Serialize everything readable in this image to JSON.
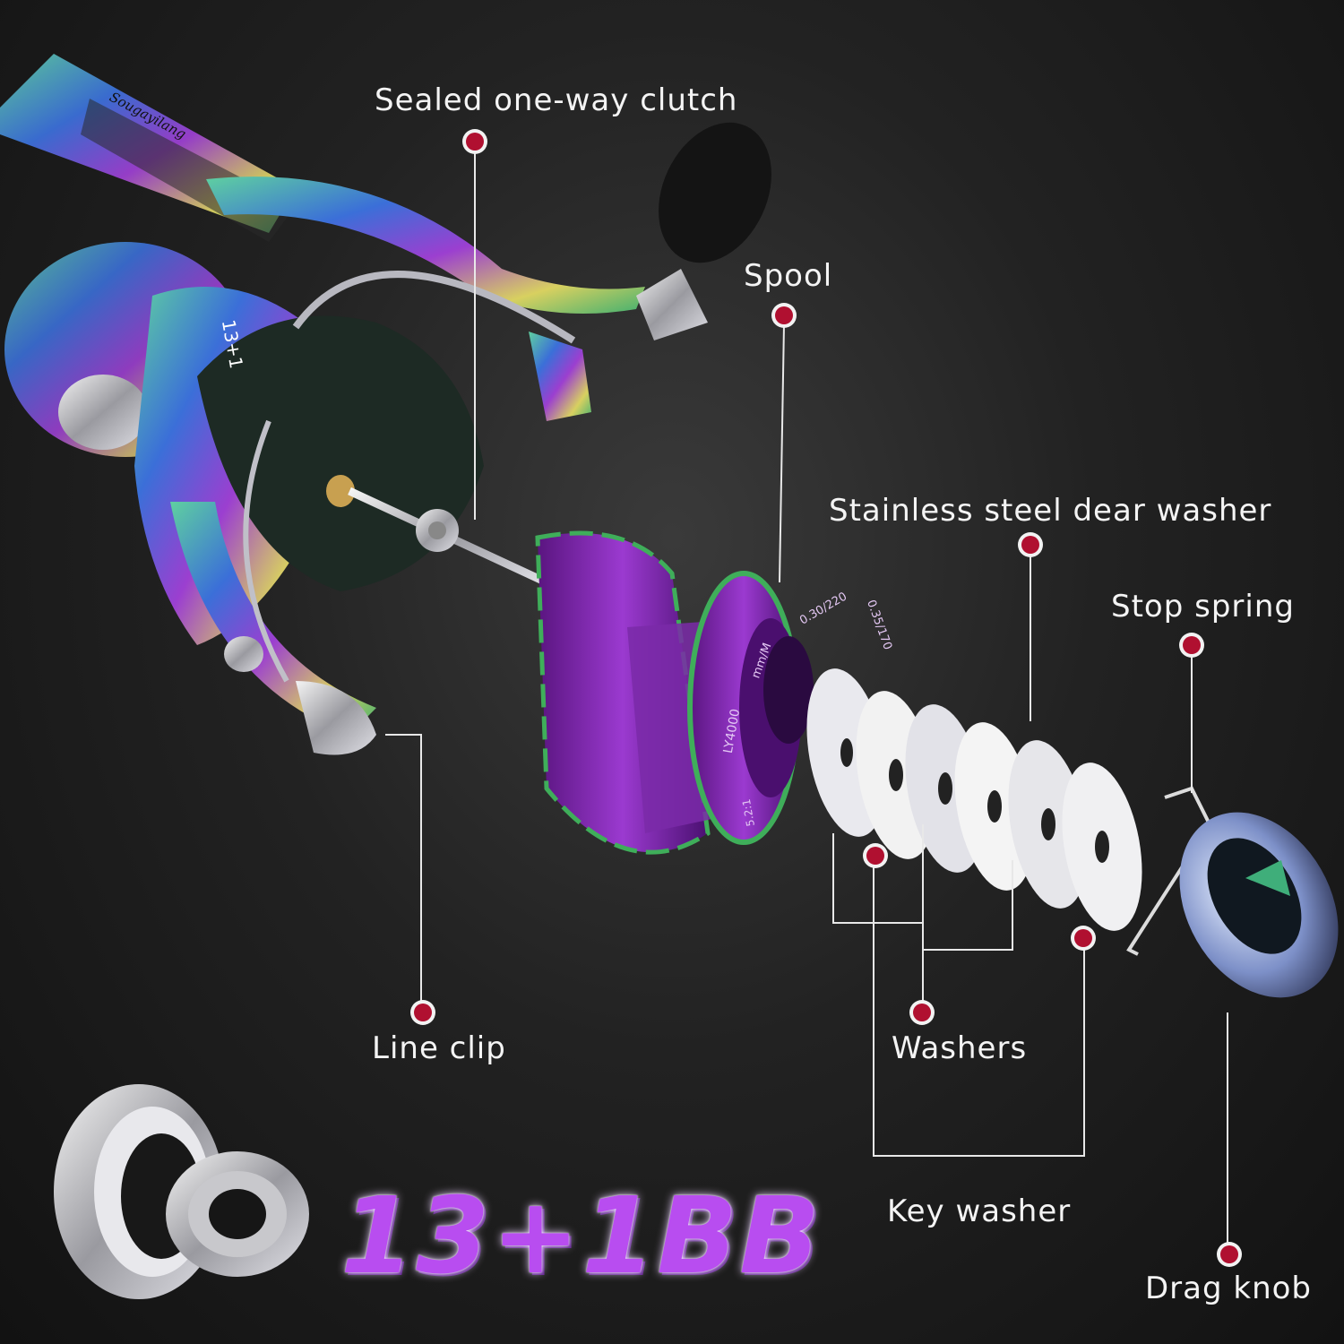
{
  "labels": {
    "clutch": "Sealed one-way clutch",
    "spool": "Spool",
    "gear_washer": "Stainless steel dear washer",
    "stop_spring": "Stop spring",
    "line_clip": "Line clip",
    "washers": "Washers",
    "key_washer": "Key washer",
    "drag_knob": "Drag knob"
  },
  "badge": "13+1BB",
  "reel_marks": {
    "brand": "Sougayilang",
    "ratio": "13+1",
    "spool_model": "LY4000",
    "spool_capacity_unit": "mm/M",
    "spool_capacity_1": "0.30/220",
    "spool_capacity_2": "0.35/170",
    "spool_gear_ratio": "5.2:1"
  },
  "colors": {
    "accent_dot": "#b01030",
    "badge_purple": "#b84df0",
    "spool_purple": "#7a1fa8",
    "spool_green": "#3fae5a"
  }
}
